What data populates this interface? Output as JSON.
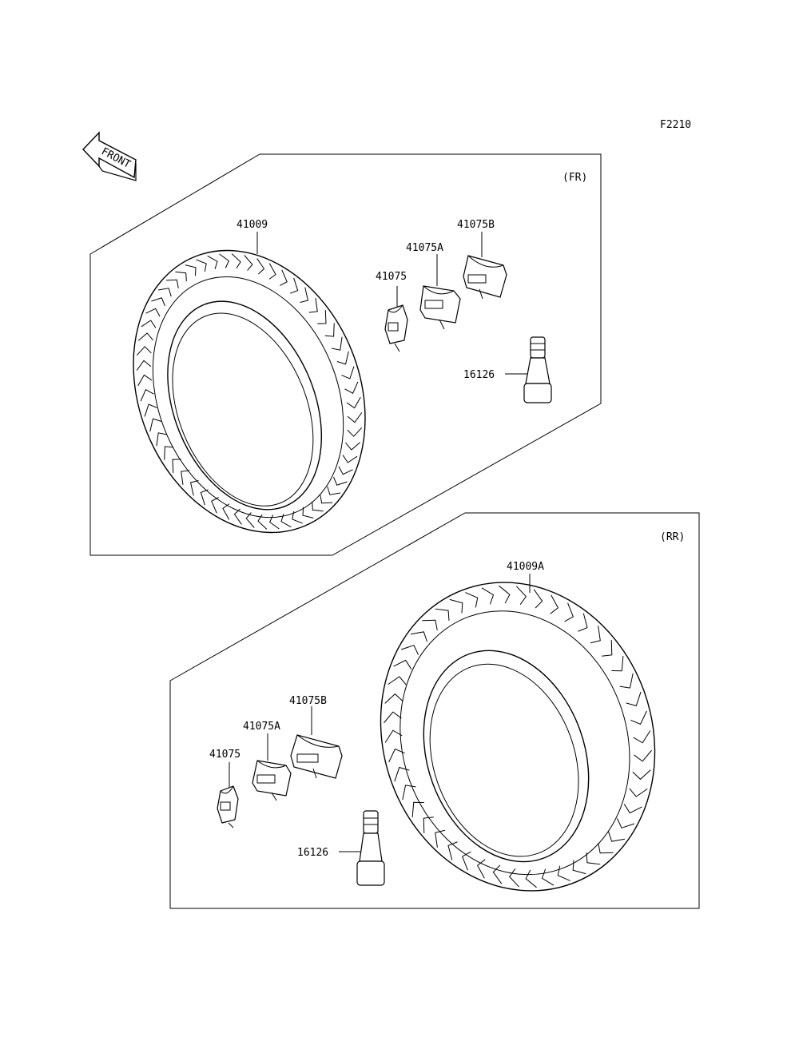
{
  "figure_code": "F2210",
  "front_arrow_label": "FRONT",
  "sections": {
    "front": {
      "tag": "(FR)",
      "labels": {
        "tire": "41009",
        "weight": "41075",
        "weight_a": "41075A",
        "weight_b": "41075B",
        "valve": "16126"
      }
    },
    "rear": {
      "tag": "(RR)",
      "labels": {
        "tire": "41009A",
        "weight": "41075",
        "weight_a": "41075A",
        "weight_b": "41075B",
        "valve": "16126"
      }
    }
  }
}
